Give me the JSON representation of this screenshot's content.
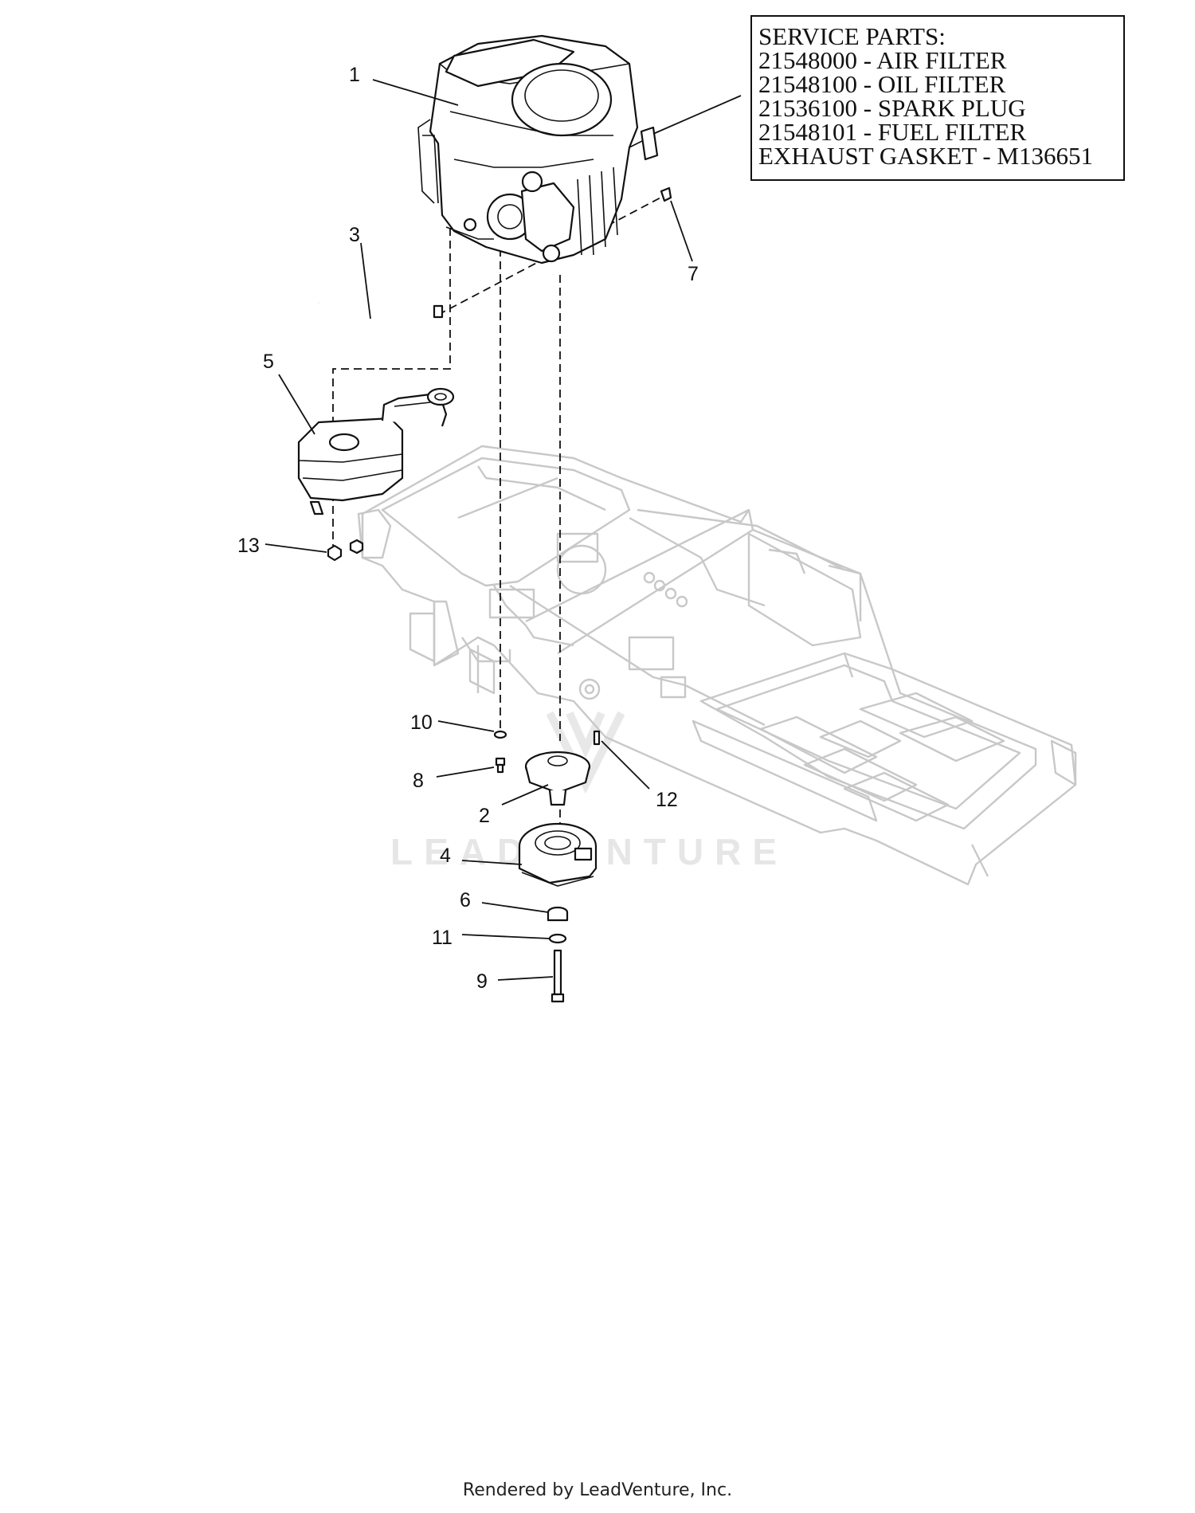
{
  "service_parts": {
    "lines": [
      "SERVICE PARTS:",
      "21548000 - AIR FILTER",
      "21548100 - OIL FILTER",
      "21536100 - SPARK PLUG",
      "21548101 - FUEL FILTER",
      "EXHAUST GASKET - M136651"
    ]
  },
  "callouts": {
    "c1": "1",
    "c2": "2",
    "c3": "3",
    "c4": "4",
    "c5": "5",
    "c6": "6",
    "c7": "7",
    "c8": "8",
    "c9": "9",
    "c10": "10",
    "c11": "11",
    "c12": "12",
    "c13": "13"
  },
  "watermark": "LEADVENTURE",
  "footer": "Rendered by LeadVenture, Inc.",
  "colors": {
    "line": "#111111",
    "frame": "#c8c8c8",
    "watermark": "#e6e6e6"
  }
}
